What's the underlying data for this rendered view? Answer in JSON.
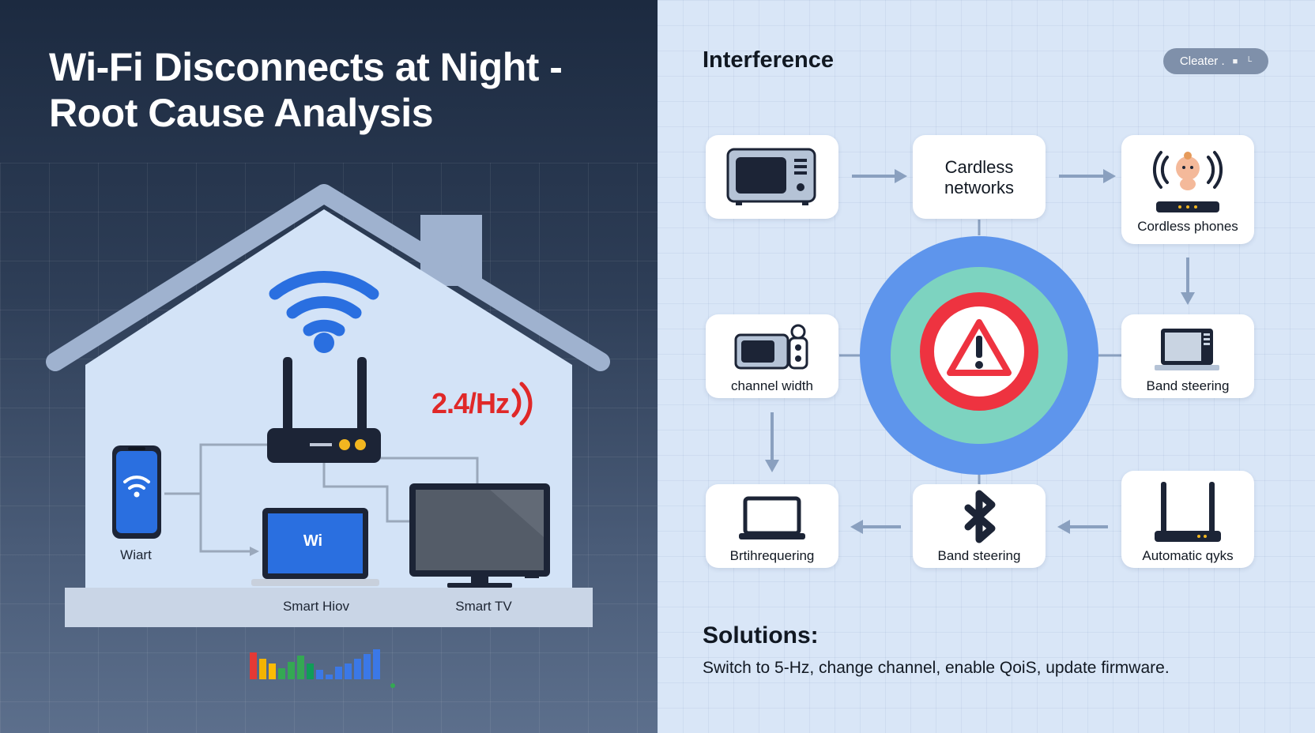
{
  "left": {
    "title": "Wi-Fi Disconnects at Night - Root Cause Analysis",
    "frequency_label": "2.4/Hz",
    "laptop_screen_text": "Wi",
    "devices": {
      "phone": "Wiart",
      "laptop": "Smart Hiov",
      "tv": "Smart TV"
    },
    "signal_bars": [
      {
        "level": 0.85,
        "color": "#e53935"
      },
      {
        "level": 0.65,
        "color": "#f4b400"
      },
      {
        "level": 0.5,
        "color": "#fbbc05"
      },
      {
        "level": 0.35,
        "color": "#34a853"
      },
      {
        "level": 0.55,
        "color": "#34a853"
      },
      {
        "level": 0.75,
        "color": "#34a853"
      },
      {
        "level": 0.5,
        "color": "#0f9d58"
      },
      {
        "level": 0.3,
        "color": "#3b78e7"
      },
      {
        "level": 0.15,
        "color": "#3b78e7"
      },
      {
        "level": 0.4,
        "color": "#3b78e7"
      },
      {
        "level": 0.5,
        "color": "#3b78e7"
      },
      {
        "level": 0.65,
        "color": "#3b78e7"
      },
      {
        "level": 0.8,
        "color": "#3b78e7"
      },
      {
        "level": 0.95,
        "color": "#3b78e7"
      }
    ]
  },
  "right": {
    "section_title": "Interference",
    "clear_button": "Cleater .",
    "nodes": {
      "microwave": "",
      "cardless": "Cardless networks",
      "cordless_phones": "Cordless phones",
      "channel_width": "channel width",
      "band_steering_top": "Band steering",
      "laptop_bottom": "Brtihrequering",
      "band_steering_bluetooth": "Band steering",
      "automatic": "Automatic qyks"
    },
    "solutions_title": "Solutions:",
    "solutions_text": "Switch to 5-Hz, change channel, enable QoiS, update firmware."
  },
  "colors": {
    "wifi_blue": "#2a6fe0",
    "alert_red": "#ee3340",
    "ring_outer": "#5e95ec",
    "ring_inner": "#7dd3c0",
    "freq_red": "#e02828"
  }
}
